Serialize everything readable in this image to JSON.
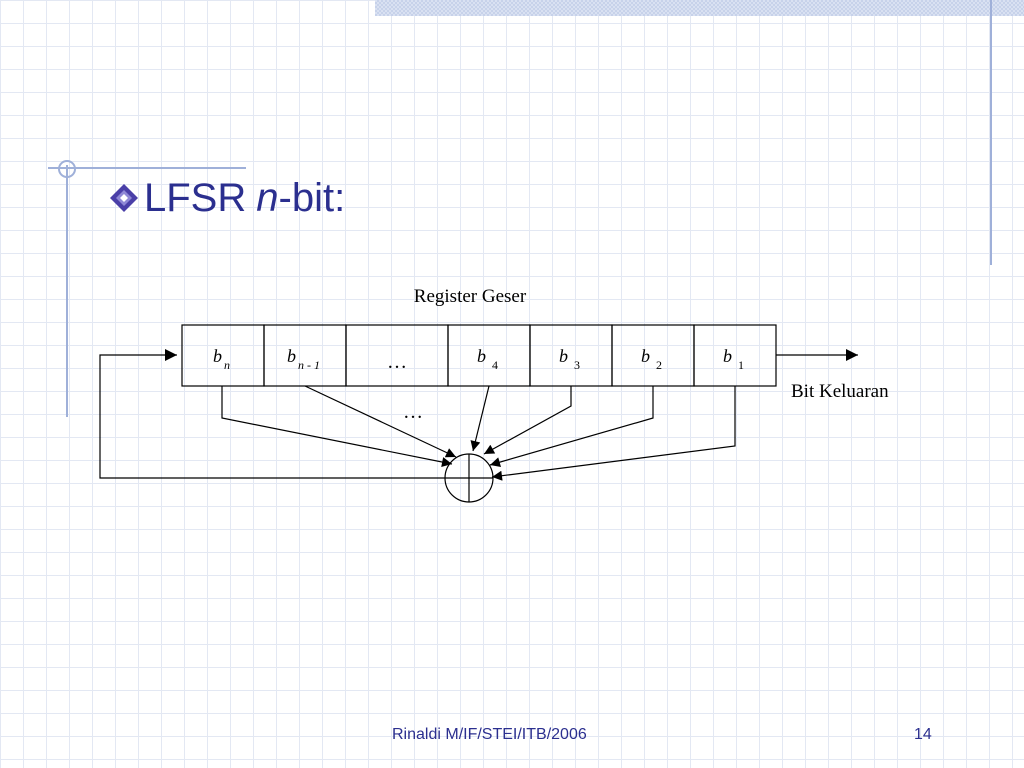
{
  "slide": {
    "title_prefix": "LFSR",
    "title_var": "n",
    "title_suffix": "-bit:",
    "footer": "Rinaldi M/IF/STEI/ITB/2006",
    "page_number": "14"
  },
  "diagram": {
    "register_label": "Register Geser",
    "output_label": "Bit Keluaran",
    "tap_ellipsis": "…",
    "cells": [
      {
        "base": "b",
        "sub": "n"
      },
      {
        "base": "b",
        "sub": "n - 1"
      },
      {
        "base": "…",
        "sub": ""
      },
      {
        "base": "b",
        "sub": "4"
      },
      {
        "base": "b",
        "sub": "3"
      },
      {
        "base": "b",
        "sub": "2"
      },
      {
        "base": "b",
        "sub": "1"
      }
    ]
  },
  "colors": {
    "accent": "#2b2f8f",
    "bullet": "#4a3fa8"
  }
}
